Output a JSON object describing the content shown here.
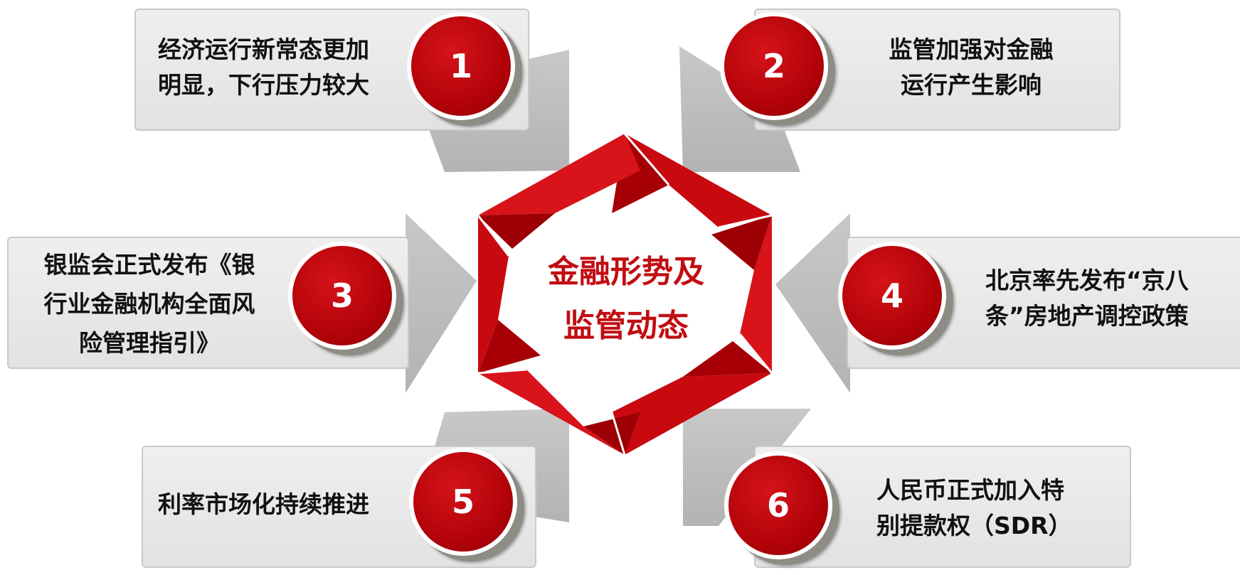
{
  "center": {
    "title": "金融形势及\n监管动态"
  },
  "items": [
    {
      "number": "1",
      "text": "经济运行新常态更加\n明显，下行压力较大"
    },
    {
      "number": "2",
      "text": "监管加强对金融\n运行产生影响"
    },
    {
      "number": "3",
      "text": "银监会正式发布《银\n行业金融机构全面风\n险管理指引》"
    },
    {
      "number": "4",
      "text": "北京率先发布“京八\n条”房地产调控政策"
    },
    {
      "number": "5",
      "text": "利率市场化持续推进"
    },
    {
      "number": "6",
      "text": "人民币正式加入特\n别提款权（SDR）"
    }
  ],
  "colors": {
    "accent_red": "#c10d12",
    "circle_red": "#b30309",
    "arrow_gray": "#bdbdbd",
    "box_gray": "#e6e6e6"
  }
}
